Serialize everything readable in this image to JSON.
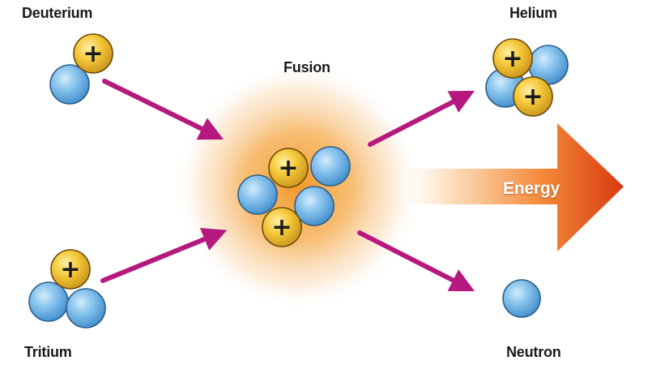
{
  "labels": {
    "deuterium": "Deuterium",
    "tritium": "Tritium",
    "fusion": "Fusion",
    "helium": "Helium",
    "neutron": "Neutron",
    "energy": "Energy"
  },
  "particles": {
    "proton_symbol": "+",
    "proton_color": "#f2c230",
    "neutron_color": "#6fb4e6"
  },
  "colors": {
    "arrow": "#b5197f",
    "glow": "#f7a23a",
    "energy_arrow_start": "#fde1c3",
    "energy_arrow_end": "#d93a10"
  }
}
